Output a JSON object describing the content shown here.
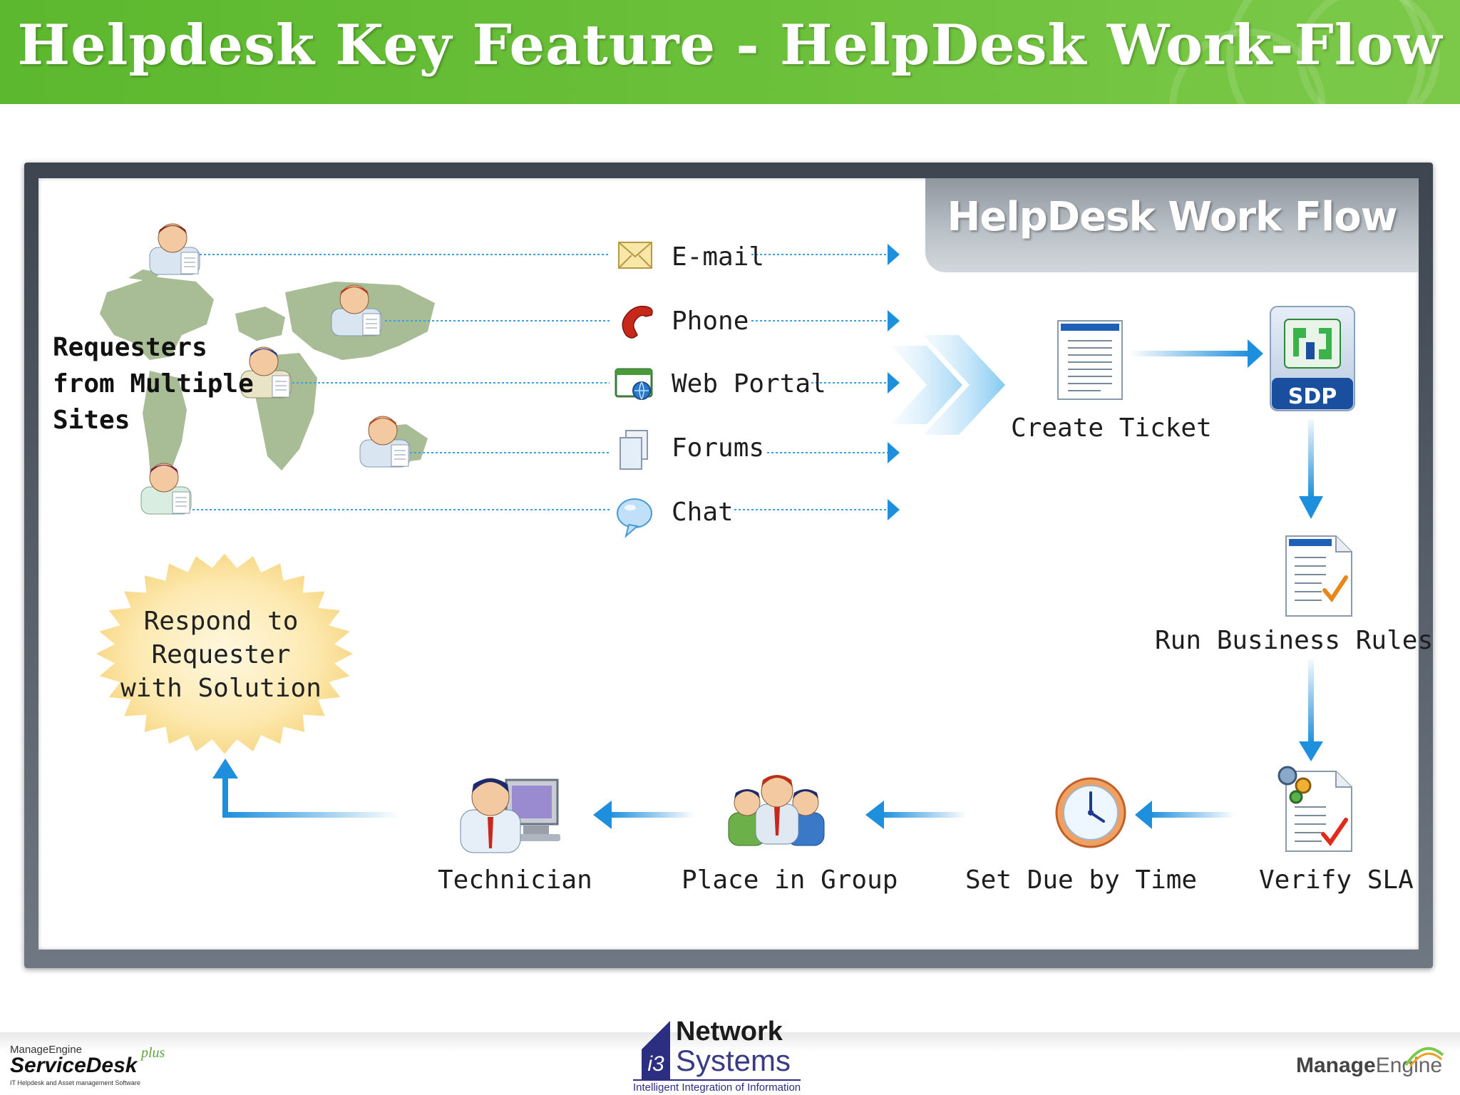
{
  "slide": {
    "title": "Helpdesk Key Feature - HelpDesk Work-Flow"
  },
  "diagram": {
    "panel_title": "HelpDesk Work Flow",
    "requesters_label": [
      "Requesters",
      "from Multiple",
      "Sites"
    ],
    "channels": [
      {
        "label": "E-mail",
        "icon": "envelope-icon"
      },
      {
        "label": "Phone",
        "icon": "phone-icon"
      },
      {
        "label": "Web Portal",
        "icon": "web-portal-icon"
      },
      {
        "label": "Forums",
        "icon": "forums-icon"
      },
      {
        "label": "Chat",
        "icon": "chat-bubble-icon"
      }
    ],
    "steps": {
      "create_ticket": "Create Ticket",
      "sdp_badge": "SDP",
      "run_business_rules": "Run Business Rules",
      "verify_sla": "Verify SLA",
      "set_due_by_time": "Set Due by Time",
      "place_in_group": "Place in Group",
      "technician": "Technician"
    },
    "respond_label": [
      "Respond to",
      "Requester",
      "with Solution"
    ]
  },
  "footer": {
    "left_logo": {
      "brand": "ManageEngine",
      "product": "ServiceDesk",
      "plus": "plus",
      "tagline": "IT Helpdesk and Asset management Software"
    },
    "center_logo": {
      "mark": "i3",
      "line1": "Network",
      "line2": "Systems",
      "tagline": "Intelligent Integration of Information"
    },
    "right_logo": {
      "part1": "Manage",
      "part2": "Engine"
    }
  },
  "colors": {
    "banner_green": "#6cc13a",
    "flow_blue": "#1e8fdc",
    "dotted_line_blue": "#3aa0e6",
    "sdp_navy": "#1a4fa0",
    "sdp_green": "#3bb34a",
    "starburst": "#fbe3a0"
  }
}
